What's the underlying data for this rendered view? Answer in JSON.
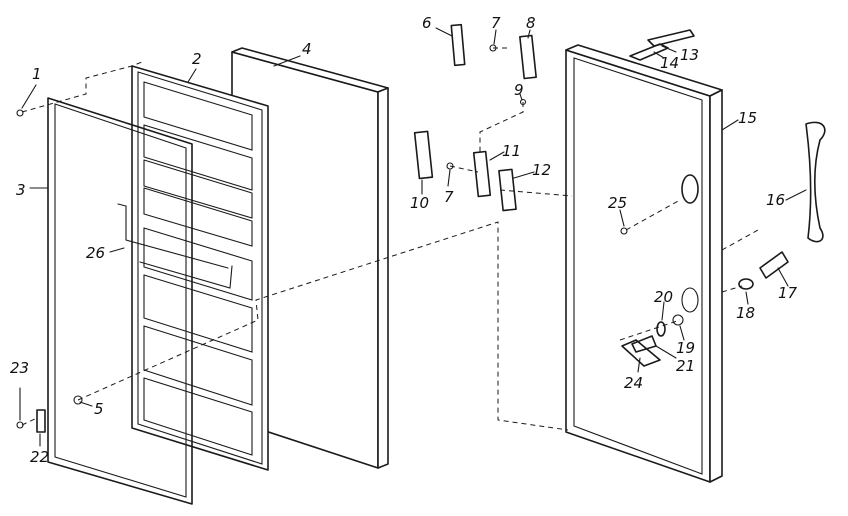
{
  "diagram": {
    "callouts": [
      "1",
      "2",
      "3",
      "4",
      "5",
      "6",
      "7",
      "7",
      "8",
      "9",
      "10",
      "11",
      "12",
      "13",
      "14",
      "15",
      "16",
      "17",
      "18",
      "19",
      "20",
      "21",
      "22",
      "23",
      "24",
      "25",
      "26"
    ]
  }
}
